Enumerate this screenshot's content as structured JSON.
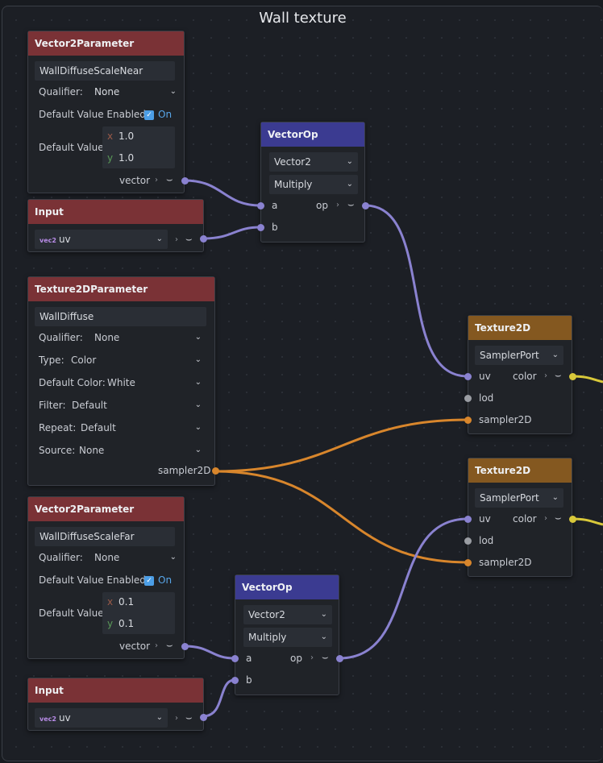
{
  "frame": {
    "title": "Wall texture"
  },
  "nodes": {
    "v2p_near": {
      "title": "Vector2Parameter",
      "name": "WallDiffuseScaleNear",
      "qualifier_label": "Qualifier:",
      "qualifier_value": "None",
      "default_enabled_label": "Default Value Enabled:",
      "default_enabled_value": "On",
      "default_value_label": "Default Value:",
      "x_label": "x",
      "x_value": "1.0",
      "y_label": "y",
      "y_value": "1.0",
      "output_label": "vector"
    },
    "input_top": {
      "title": "Input",
      "badge": "vec2",
      "value": "uv"
    },
    "vectorop_top": {
      "title": "VectorOp",
      "type": "Vector2",
      "op": "Multiply",
      "in_a": "a",
      "in_b": "b",
      "output_label": "op"
    },
    "tex2dparam": {
      "title": "Texture2DParameter",
      "name": "WallDiffuse",
      "qualifier_label": "Qualifier:",
      "qualifier_value": "None",
      "type_label": "Type:",
      "type_value": "Color",
      "default_color_label": "Default Color:",
      "default_color_value": "White",
      "filter_label": "Filter:",
      "filter_value": "Default",
      "repeat_label": "Repeat:",
      "repeat_value": "Default",
      "source_label": "Source:",
      "source_value": "None",
      "output_label": "sampler2D"
    },
    "v2p_far": {
      "title": "Vector2Parameter",
      "name": "WallDiffuseScaleFar",
      "qualifier_label": "Qualifier:",
      "qualifier_value": "None",
      "default_enabled_label": "Default Value Enabled:",
      "default_enabled_value": "On",
      "default_value_label": "Default Value:",
      "x_label": "x",
      "x_value": "0.1",
      "y_label": "y",
      "y_value": "0.1",
      "output_label": "vector"
    },
    "input_bottom": {
      "title": "Input",
      "badge": "vec2",
      "value": "uv"
    },
    "vectorop_bottom": {
      "title": "VectorOp",
      "type": "Vector2",
      "op": "Multiply",
      "in_a": "a",
      "in_b": "b",
      "output_label": "op"
    },
    "texture2d_top": {
      "title": "Texture2D",
      "mode": "SamplerPort",
      "in_uv": "uv",
      "in_lod": "lod",
      "in_sampler": "sampler2D",
      "output_label": "color"
    },
    "texture2d_bottom": {
      "title": "Texture2D",
      "mode": "SamplerPort",
      "in_uv": "uv",
      "in_lod": "lod",
      "in_sampler": "sampler2D",
      "output_label": "color"
    }
  },
  "colors": {
    "vector_wire": "#8a82d0",
    "sampler_wire": "#d8862c",
    "color_wire": "#d8c83a",
    "header_parameter": "#7a3236",
    "header_vectorop": "#3b3b91",
    "header_texture": "#845820"
  },
  "icons": {
    "dropdown": "chevron-down-icon",
    "expand": "chevron-right-icon",
    "collapse": "collapse-icon",
    "checkbox": "checkbox-checked-icon"
  }
}
